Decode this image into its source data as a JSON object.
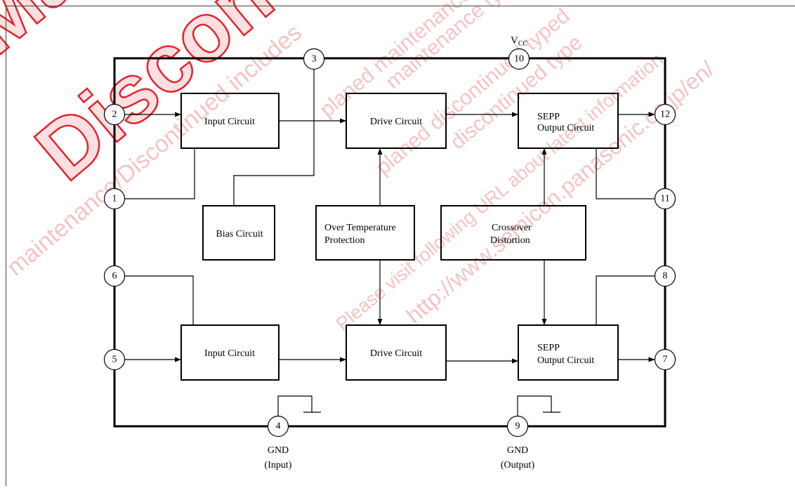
{
  "diagram": {
    "supply": {
      "symbol": "V",
      "subscript": "CC"
    },
    "pins": {
      "pin_1": "1",
      "pin_2": "2",
      "pin_3": "3",
      "pin_4": "4",
      "pin_5": "5",
      "pin_6": "6",
      "pin_7": "7",
      "pin_8": "8",
      "pin_9": "9",
      "pin_10": "10",
      "pin_11": "11",
      "pin_12": "12"
    },
    "blocks": {
      "input_circuit_upper": "Input Circuit",
      "drive_circuit_upper": "Drive Circuit",
      "sepp_output_upper": [
        "SEPP",
        "Output Circuit"
      ],
      "bias_circuit": "Bias Circuit",
      "over_temperature_protection": [
        "Over Temperature",
        "Protection"
      ],
      "crossover_distortion": [
        "Crossover",
        "Distortion"
      ],
      "input_circuit_lower": "Input Circuit",
      "drive_circuit_lower": "Drive Circuit",
      "sepp_output_lower": [
        "SEPP",
        "Output Circuit"
      ]
    },
    "ground": {
      "input": [
        "GND",
        "(Input)"
      ],
      "output": [
        "GND",
        "(Output)"
      ]
    }
  },
  "watermark": {
    "big": [
      "Maintenance/",
      "Discontinued"
    ],
    "lines": [
      "maintenance/Discontinued includes",
      "planed maintenance type",
      "maintenance type",
      "planed discontinued typed",
      "discontinued type",
      "Please visit following URL about latest information.",
      "http://www.semicon.panasonic.co.jp/en/"
    ]
  },
  "colors": {
    "ink": "#000000",
    "background": "#ffffff",
    "watermark_text": "#f6c3c4",
    "watermark_outline": "#e5232b",
    "watermark_fill": "#fbe0e1"
  }
}
